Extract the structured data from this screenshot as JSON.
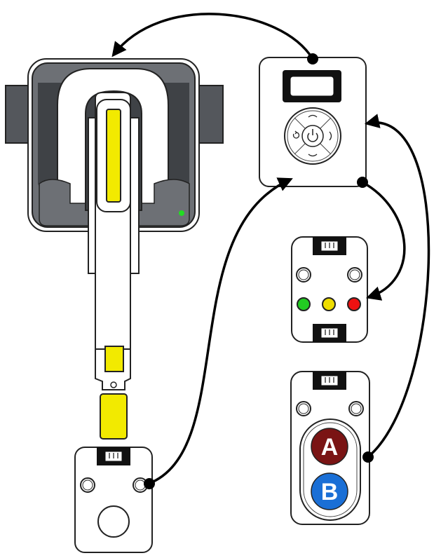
{
  "modules": {
    "servo_gripper": {
      "name": "gripper-servo"
    },
    "controller": {
      "name": "main-controller"
    },
    "led_module": {
      "led_colors": [
        "#22cc22",
        "#eedd00",
        "#ee1111"
      ]
    },
    "button_module": {
      "button_a": {
        "label": "A",
        "color": "#7a1414"
      },
      "button_b": {
        "label": "B",
        "color": "#1a6fd6"
      }
    },
    "touch_module": {
      "name": "touch-sensor"
    }
  },
  "colors": {
    "servo_body": "#6d7075",
    "servo_dark": "#3f4246",
    "servo_strap": "#54575c",
    "arm_yellow": "#f2ea00",
    "status_led": "#22dd22",
    "wire": "#000000"
  },
  "connections": [
    {
      "from": "controller",
      "to": "servo_gripper"
    },
    {
      "from": "controller",
      "to": "led_module"
    },
    {
      "from": "button_module",
      "to": "controller"
    },
    {
      "from": "touch_module",
      "to": "controller"
    }
  ]
}
